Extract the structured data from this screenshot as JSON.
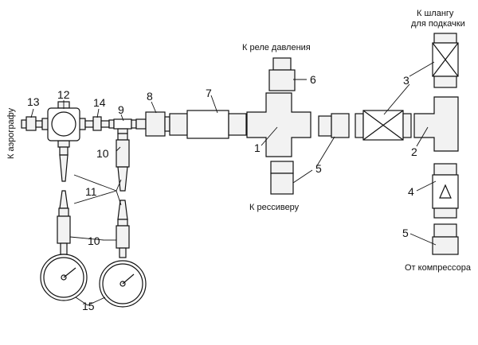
{
  "labels": {
    "to_hose_line1": "К шлангу",
    "to_hose_line2": "для подкачки",
    "to_pressure_relay": "К реле давления",
    "to_receiver": "К рессиверу",
    "from_compressor": "От компрессора",
    "to_aerograph": "К аэрографу"
  },
  "part_numbers": {
    "n1": "1",
    "n2": "2",
    "n3": "3",
    "n4": "4",
    "n5a": "5",
    "n5b": "5",
    "n6": "6",
    "n7": "7",
    "n8": "8",
    "n9": "9",
    "n10a": "10",
    "n10b": "10",
    "n11": "11",
    "n12": "12",
    "n13": "13",
    "n14": "14",
    "n15": "15"
  },
  "colors": {
    "ink": "#111111",
    "fill": "#f2f2f2",
    "background": "#ffffff"
  }
}
